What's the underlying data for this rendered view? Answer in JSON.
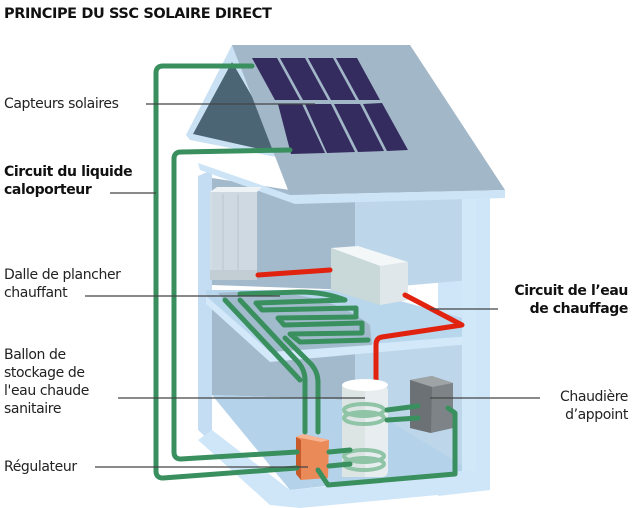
{
  "title": "PRINCIPE DU SSC SOLAIRE DIRECT",
  "labels": {
    "capteurs": "Capteurs solaires",
    "circuit_liquide": [
      "Circuit du liquide",
      "caloporteur"
    ],
    "dalle": [
      "Dalle de plancher",
      "chauffant"
    ],
    "ballon": [
      "Ballon de",
      "stockage de",
      "l'eau chaude",
      "sanitaire"
    ],
    "regulateur": "Régulateur",
    "circuit_eau": [
      "Circuit de l’eau",
      "de chauffage"
    ],
    "chaudiere": [
      "Chaudière",
      "d’appoint"
    ]
  },
  "colors": {
    "solar_circuit": "#3a8f5f",
    "heating_circuit": "#e0220e",
    "solar_panel": "#342b5e",
    "roof": "#a2b7c8",
    "wall": "#c9e1f3",
    "regulator": "#ea8a58",
    "boiler": "#7d8387"
  }
}
